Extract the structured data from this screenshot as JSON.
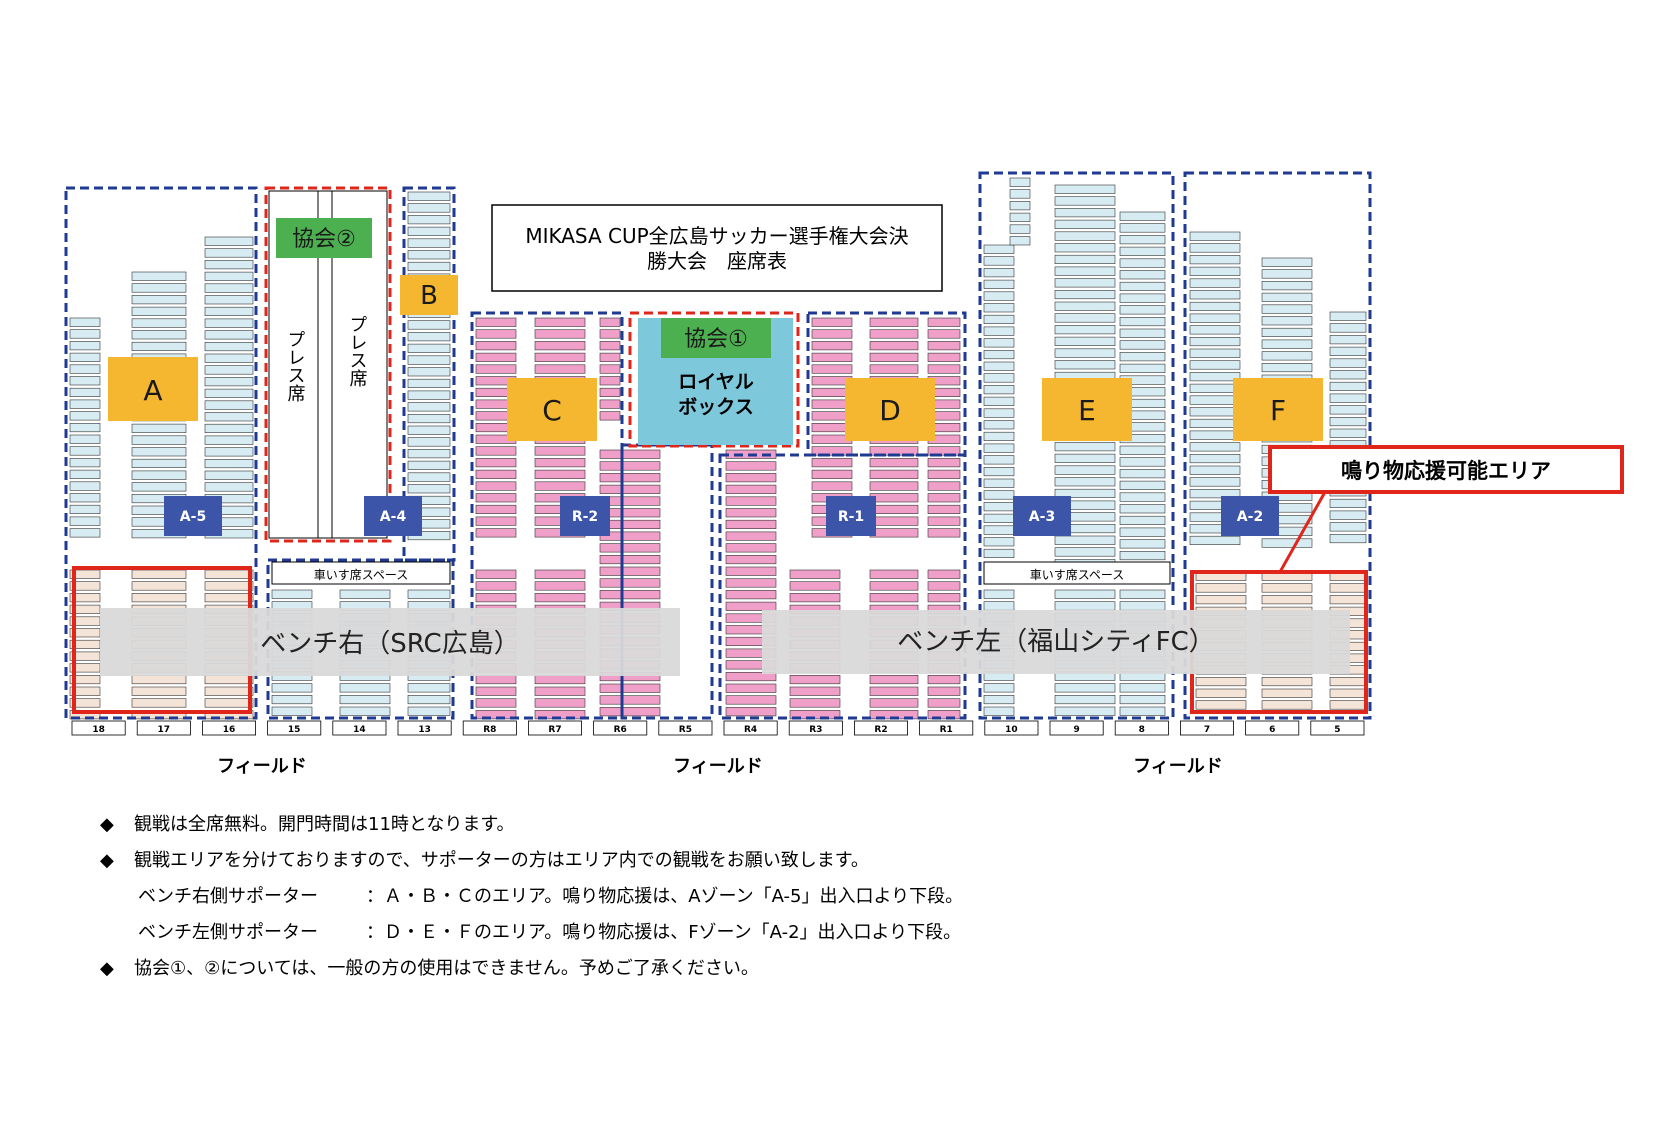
{
  "title": {
    "line1": "MIKASA CUP全広島サッカー選手権大会決",
    "line2": "勝大会　座席表"
  },
  "zones": {
    "A": "A",
    "B": "B",
    "C": "C",
    "D": "D",
    "E": "E",
    "F": "F",
    "kyokai1": "協会①",
    "kyokai2": "協会②",
    "royal1": "ロイヤル",
    "royal2": "ボックス",
    "press1": "プレス席",
    "press2": "プレス席"
  },
  "entrances": {
    "a5": "A-5",
    "a4": "A-4",
    "r2": "R-2",
    "r1": "R-1",
    "a3": "A-3",
    "a2": "A-2"
  },
  "wheelchair": {
    "left": "車いす席スペース",
    "right": "車いす席スペース"
  },
  "bench": {
    "right": "ベンチ右（SRC広島）",
    "left": "ベンチ左（福山シティFC）"
  },
  "noise_area": "鳴り物応援可能エリア",
  "blocks": [
    "18",
    "17",
    "16",
    "15",
    "14",
    "13",
    "R8",
    "R7",
    "R6",
    "R5",
    "R4",
    "R3",
    "R2",
    "R1",
    "10",
    "9",
    "8",
    "7",
    "6",
    "5"
  ],
  "field": [
    "フィールド",
    "フィールド",
    "フィールド"
  ],
  "colors": {
    "blue": "#1f3a93",
    "red": "#e0261b",
    "yellow": "#f5b730",
    "green": "#4caf50",
    "royal": "#7ec8dc",
    "entrance": "#3d55a8",
    "seat": "#d6ebf2",
    "pink": "#f0a0c8",
    "bench": "#d9d9d9"
  },
  "notes": {
    "n1": "観戦は全席無料。開門時間は11時となります。",
    "n2": "観戦エリアを分けておりますので、サポーターの方はエリア内での観戦をお願い致します。",
    "n2a_label": "ベンチ右側サポーター",
    "n2a_text": "：Ａ・Ｂ・Ｃのエリア。鳴り物応援は、Aゾーン「A-5」出入口より下段。",
    "n2b_label": "ベンチ左側サポーター",
    "n2b_text": "：Ｄ・Ｅ・Ｆのエリア。鳴り物応援は、Fゾーン「A-2」出入口より下段。",
    "n3": "協会①、②については、一般の方の使用はできません。予めご了承ください。",
    "bullet": "◆"
  }
}
